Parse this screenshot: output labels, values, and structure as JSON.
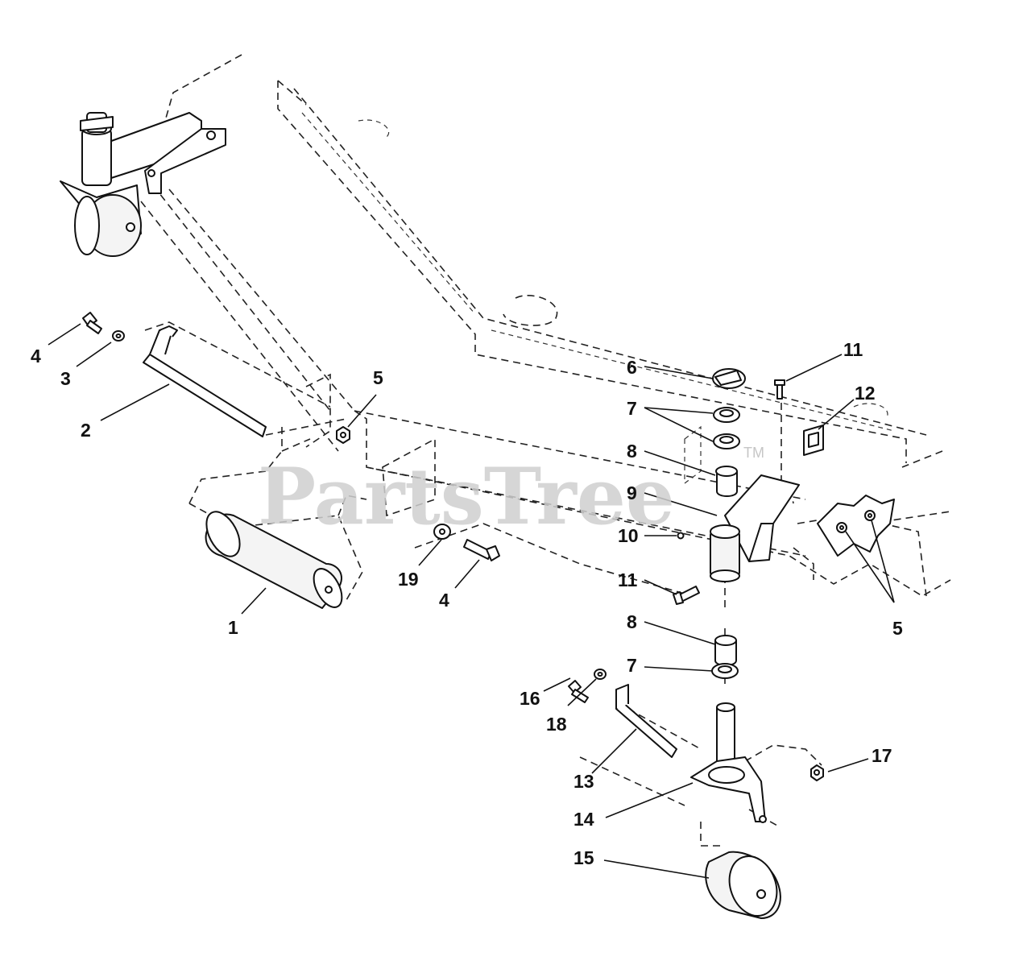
{
  "watermark": {
    "brand": "PartsTree",
    "trademark": "TM"
  },
  "callouts": [
    {
      "id": "c1",
      "label": "1"
    },
    {
      "id": "c2",
      "label": "2"
    },
    {
      "id": "c3",
      "label": "3"
    },
    {
      "id": "c4a",
      "label": "4"
    },
    {
      "id": "c4b",
      "label": "4"
    },
    {
      "id": "c5a",
      "label": "5"
    },
    {
      "id": "c5b",
      "label": "5"
    },
    {
      "id": "c6",
      "label": "6"
    },
    {
      "id": "c7a",
      "label": "7"
    },
    {
      "id": "c7b",
      "label": "7"
    },
    {
      "id": "c8a",
      "label": "8"
    },
    {
      "id": "c8b",
      "label": "8"
    },
    {
      "id": "c9",
      "label": "9"
    },
    {
      "id": "c10",
      "label": "10"
    },
    {
      "id": "c11a",
      "label": "11"
    },
    {
      "id": "c11b",
      "label": "11"
    },
    {
      "id": "c12",
      "label": "12"
    },
    {
      "id": "c13",
      "label": "13"
    },
    {
      "id": "c14",
      "label": "14"
    },
    {
      "id": "c15",
      "label": "15"
    },
    {
      "id": "c16",
      "label": "16"
    },
    {
      "id": "c17",
      "label": "17"
    },
    {
      "id": "c18",
      "label": "18"
    },
    {
      "id": "c19",
      "label": "19"
    }
  ]
}
